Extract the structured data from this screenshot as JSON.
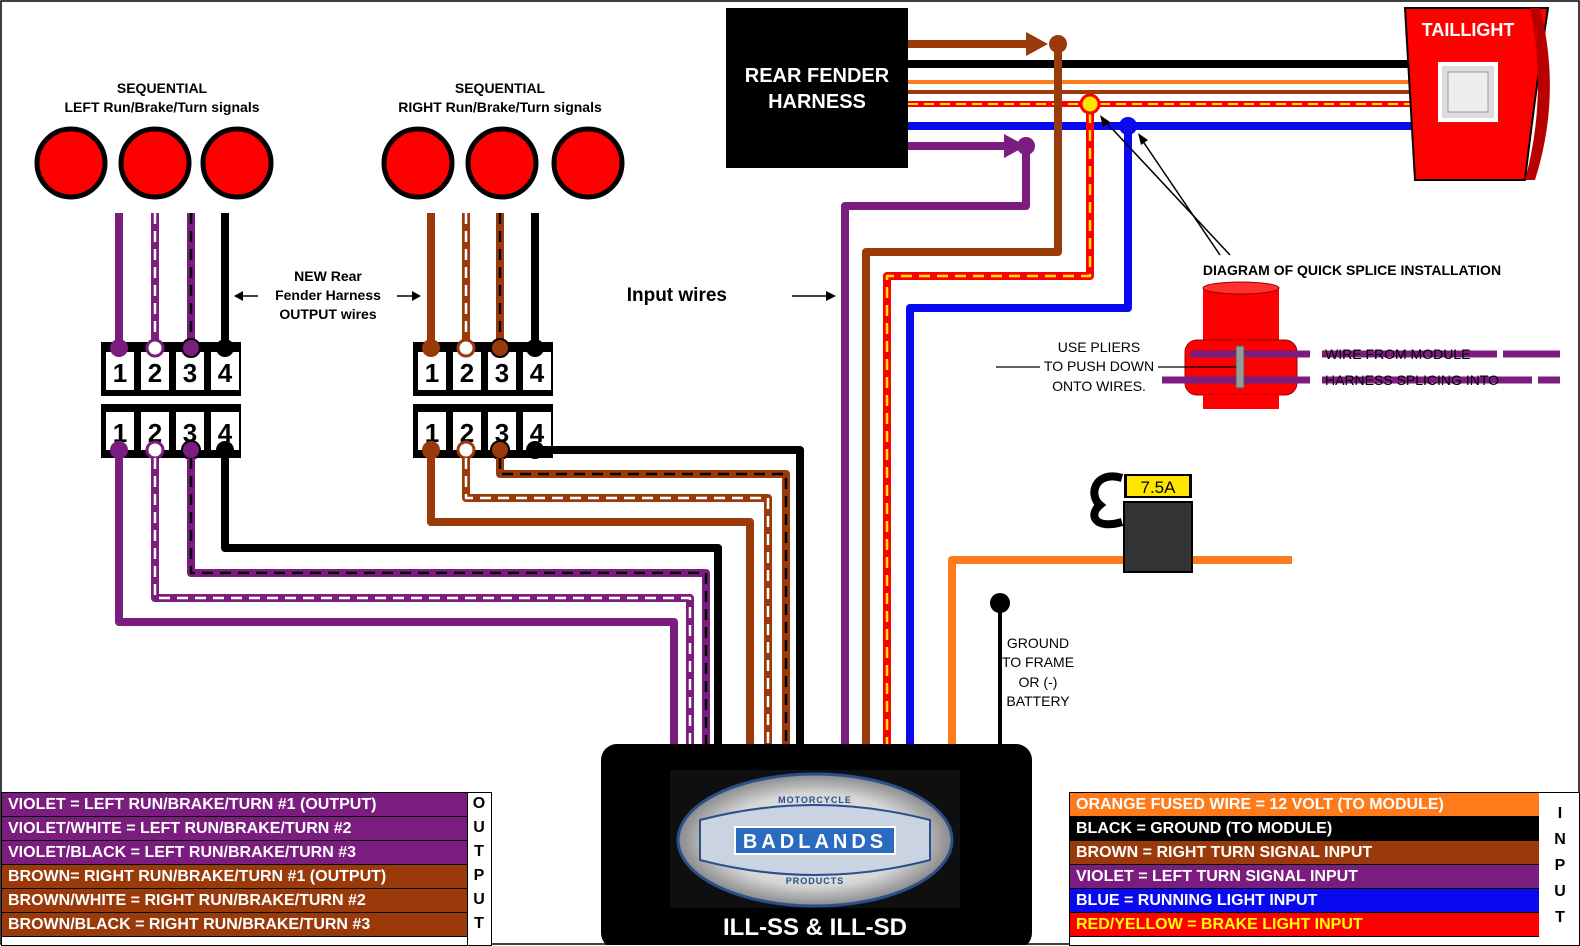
{
  "labels": {
    "seq_left_title": "SEQUENTIAL",
    "seq_left_sub": "LEFT Run/Brake/Turn signals",
    "seq_right_title": "SEQUENTIAL",
    "seq_right_sub": "RIGHT  Run/Brake/Turn signals",
    "new_harness_1": "NEW Rear",
    "new_harness_2": "Fender Harness",
    "new_harness_3": "OUTPUT wires",
    "harness_1": "REAR FENDER",
    "harness_2": "HARNESS",
    "taillight": "TAILLIGHT",
    "input_wires": "Input wires",
    "splice_title": "DIAGRAM OF QUICK SPLICE INSTALLATION",
    "pliers_1": "USE PLIERS",
    "pliers_2": "TO PUSH DOWN",
    "pliers_3": "ONTO WIRES.",
    "wire_from_module": "WIRE FROM MODULE",
    "harness_splicing": "HARNESS SPLICING INTO",
    "fuse": "7.5A",
    "ground_1": "GROUND",
    "ground_2": "TO FRAME",
    "ground_3": "OR (-)",
    "ground_4": "BATTERY",
    "module_name": "ILL-SS & ILL-SD",
    "logo_main": "BADLANDS",
    "logo_top": "MOTORCYCLE",
    "logo_bottom": "PRODUCTS"
  },
  "connector_pins": [
    "1",
    "2",
    "3",
    "4"
  ],
  "output_legend": {
    "side_label": [
      "O",
      "U",
      "T",
      "P",
      "U",
      "T"
    ],
    "rows": [
      {
        "text": "VIOLET = LEFT RUN/BRAKE/TURN #1  (OUTPUT)",
        "bg": "#7B1C7F",
        "fg": "#FFFFFF"
      },
      {
        "text": "VIOLET/WHITE = LEFT RUN/BRAKE/TURN #2",
        "bg": "#7B1C7F",
        "fg": "#FFFFFF"
      },
      {
        "text": "VIOLET/BLACK = LEFT RUN/BRAKE/TURN #3",
        "bg": "#7B1C7F",
        "fg": "#FFFFFF"
      },
      {
        "text": "BROWN= RIGHT RUN/BRAKE/TURN #1 (OUTPUT)",
        "bg": "#9A3A0A",
        "fg": "#FFFFFF"
      },
      {
        "text": "BROWN/WHITE = RIGHT RUN/BRAKE/TURN #2",
        "bg": "#9A3A0A",
        "fg": "#FFFFFF"
      },
      {
        "text": "BROWN/BLACK = RIGHT RUN/BRAKE/TURN #3",
        "bg": "#9A3A0A",
        "fg": "#FFFFFF"
      }
    ]
  },
  "input_legend": {
    "side_label": [
      "I",
      "N",
      "P",
      "U",
      "T"
    ],
    "rows": [
      {
        "text": "ORANGE FUSED WIRE = 12 VOLT (TO MODULE)",
        "bg": "#FF7A1A",
        "fg": "#FFFFFF"
      },
      {
        "text": "BLACK = GROUND (TO MODULE)",
        "bg": "#000000",
        "fg": "#FFFFFF"
      },
      {
        "text": "BROWN = RIGHT TURN SIGNAL INPUT",
        "bg": "#9A3A0A",
        "fg": "#FFFFFF"
      },
      {
        "text": "VIOLET = LEFT TURN SIGNAL INPUT",
        "bg": "#7B1C7F",
        "fg": "#FFFFFF"
      },
      {
        "text": "BLUE = RUNNING LIGHT INPUT",
        "bg": "#0A0AF0",
        "fg": "#FFFFFF"
      },
      {
        "text": "RED/YELLOW = BRAKE LIGHT INPUT",
        "bg": "#FF0000",
        "fg": "#FFFF00"
      }
    ]
  },
  "colors": {
    "violet": "#7B1C7F",
    "brown": "#9A3A0A",
    "black": "#000000",
    "blue": "#0A0AF0",
    "orange": "#FF7A1A",
    "red": "#FF0000",
    "yellow": "#FFE600",
    "lamp": "#FF0000"
  }
}
